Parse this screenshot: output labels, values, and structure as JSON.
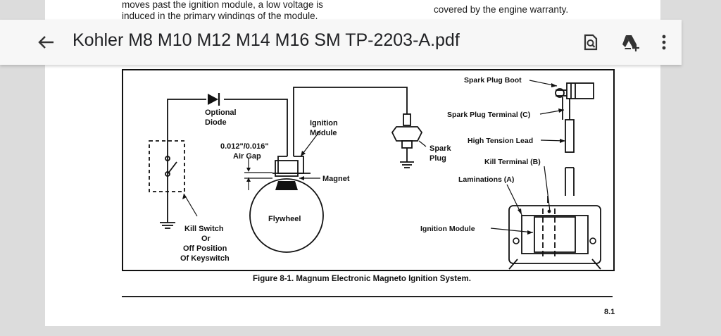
{
  "document": {
    "top_left_line1": "moves past the ignition module, a low voltage is",
    "top_left_line2": "induced in the primary windings of the module.",
    "top_right_line1": "covered by the engine warranty.",
    "page_number": "8.1"
  },
  "toolbar": {
    "title": "Kohler M8 M10 M12 M14 M16 SM TP-2203-A.pdf",
    "back_icon": "arrow-left-icon",
    "search_icon": "find-in-page-icon",
    "drive_icon": "add-to-drive-icon",
    "menu_icon": "more-vert-icon"
  },
  "figure": {
    "caption": "Figure 8-1. Magnum Electronic Magneto Ignition System.",
    "labels": {
      "optional": "Optional",
      "diode": "Diode",
      "ignition": "Ignition",
      "module": "Module",
      "gap_spec": "0.012\"/0.016\"",
      "air_gap": "Air Gap",
      "magnet": "Magnet",
      "flywheel": "Flywheel",
      "kill_switch": "Kill Switch",
      "or": "Or",
      "off_position": "Off Position",
      "of_keyswitch": "Of Keyswitch",
      "spark": "Spark",
      "plug": "Plug",
      "spark_plug_boot": "Spark Plug Boot",
      "spark_plug_terminal": "Spark Plug Terminal (C)",
      "high_tension_lead": "High Tension Lead",
      "kill_terminal": "Kill Terminal (B)",
      "laminations": "Laminations (A)",
      "ignition_module": "Ignition Module"
    }
  }
}
